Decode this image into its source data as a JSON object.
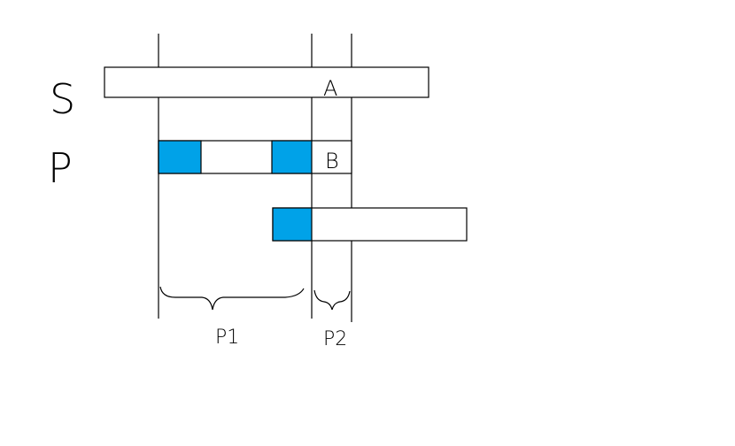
{
  "rows": {
    "s_label": "S",
    "p_label": "P"
  },
  "cells": {
    "a_label": "A",
    "b_label": "B"
  },
  "braces": {
    "p1_label": "P1",
    "p2_label": "P2"
  },
  "colors": {
    "highlight": "#00a2e8",
    "stroke": "#000000",
    "background": "#ffffff"
  }
}
